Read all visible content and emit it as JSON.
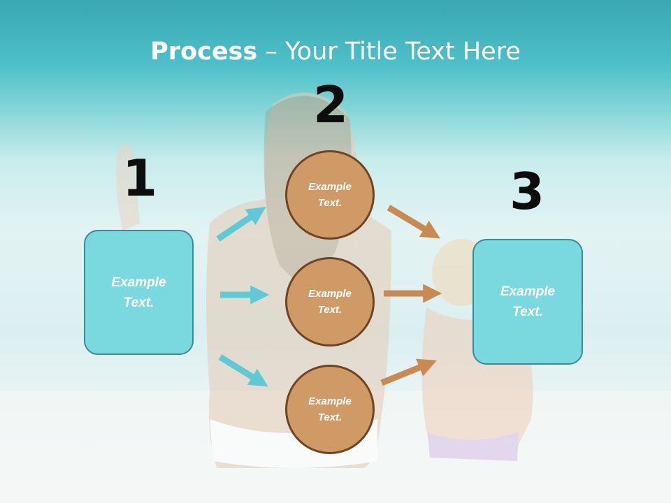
{
  "title": {
    "bold": "Process",
    "rest": " – Your Title Text Here"
  },
  "steps": {
    "one": "1",
    "two": "2",
    "three": "3"
  },
  "left_box": {
    "line1": "Example",
    "line2": "Text."
  },
  "circles": [
    {
      "line1": "Example",
      "line2": "Text."
    },
    {
      "line1": "Example",
      "line2": "Text."
    },
    {
      "line1": "Example",
      "line2": "Text."
    }
  ],
  "right_box": {
    "line1": "Example",
    "line2": "Text."
  },
  "colors": {
    "box_fill": "#7ad8df",
    "box_border": "#3b8a99",
    "circle_fill": "#cf9a65",
    "circle_border": "#6e4522",
    "left_arrows": "#5fcad6",
    "right_arrows": "#c98a52"
  }
}
